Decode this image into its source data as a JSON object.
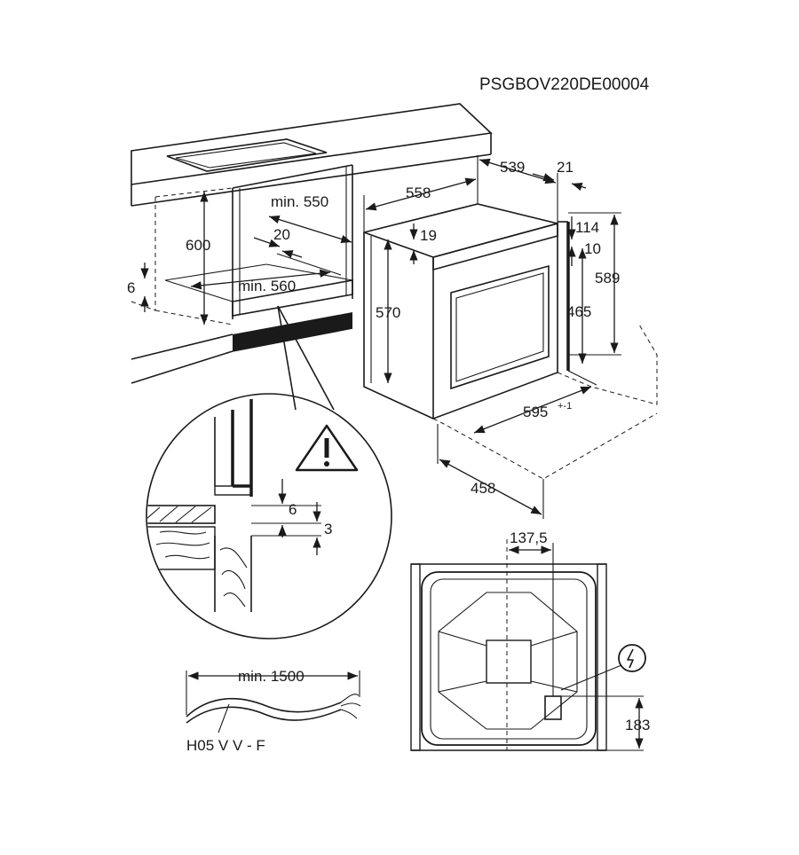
{
  "drawing_code": "PSGBOV220DE00004",
  "dimensions": {
    "d539": "539",
    "d21": "21",
    "d558": "558",
    "d114": "114",
    "d10": "10",
    "d19": "19",
    "d589": "589",
    "d465": "465",
    "d570": "570",
    "d600": "600",
    "d_min550": "min. 550",
    "d20": "20",
    "d_min560": "min. 560",
    "d6": "6",
    "d595": "595",
    "d595_tol": "+-1",
    "d458": "458",
    "detail_6": "6",
    "detail_3": "3",
    "d137": "137,5",
    "d183": "183",
    "cable_min": "min. 1500"
  },
  "cable_type": "H05 V V - F",
  "icons": {
    "warning": "warning-triangle-icon",
    "electric": "electric-connection-icon"
  }
}
